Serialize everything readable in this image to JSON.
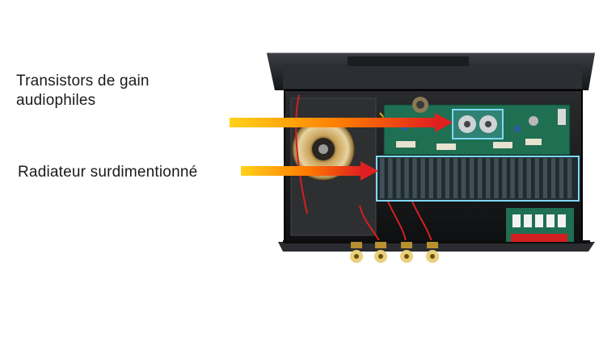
{
  "labels": {
    "transistors_line1": "Transistors de gain",
    "transistors_line2": "audiophiles",
    "radiator": "Radiateur surdimentionné"
  },
  "colors": {
    "arrow_start": "#ffd21a",
    "arrow_mid": "#ff7a00",
    "arrow_end": "#e02020",
    "highlight": "#7fd8ff",
    "pcb": "#1f6f53",
    "chassis": "#111111",
    "heatsink": "#141414"
  }
}
